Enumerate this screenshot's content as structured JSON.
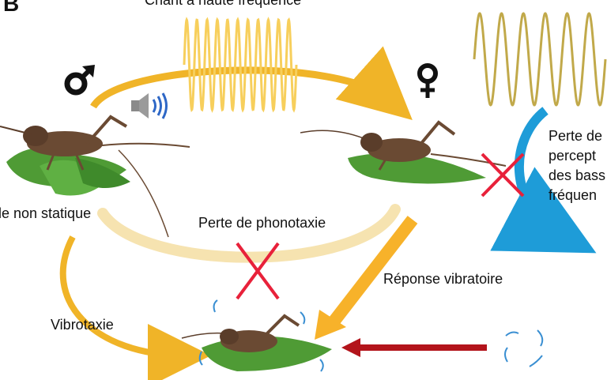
{
  "panel_letter": "B",
  "labels": {
    "top": "Chant à haute fréquence",
    "left": "le non statique",
    "phonotaxis": "Perte de phonotaxie",
    "vibrotaxis": "Vibrotaxie",
    "vibratory_response": "Réponse vibratoire",
    "right_lines": [
      "Perte de",
      "percept",
      "des bass",
      "fréquen"
    ]
  },
  "symbols": {
    "male": "male-symbol",
    "female": "female-symbol",
    "speaker": "speaker-icon"
  },
  "colors": {
    "arc": "#f0b428",
    "arc_faint": "#f6e3b0",
    "vibration_arrow": "#f7b22a",
    "red_arrow": "#b3141b",
    "cross": "#e8213a",
    "blue": "#1e9cd8",
    "high_freq_wave": "#f7cf5c",
    "low_freq_wave": "#c1a94a",
    "speaker": "#8a8a8a",
    "speaker_waves": "#2e67c6",
    "leaf": "#4f9b35",
    "cricket": "#6a4a33"
  }
}
